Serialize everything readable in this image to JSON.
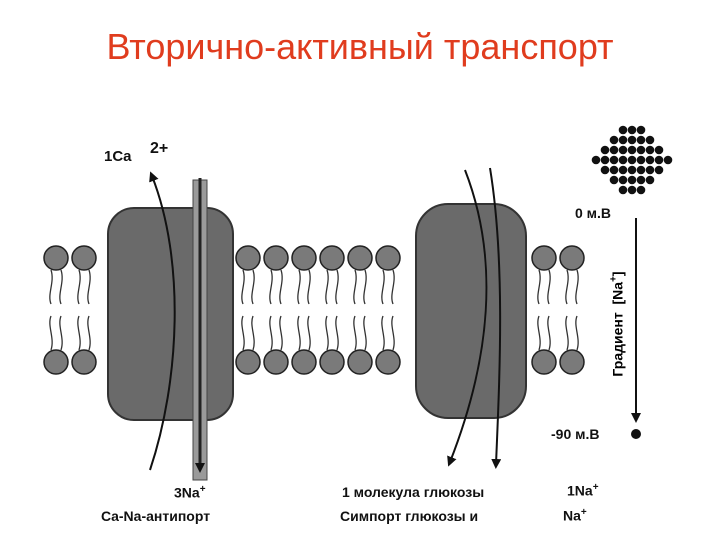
{
  "slide": {
    "title": "Вторично-активный транспорт"
  },
  "diagram": {
    "ca_label": "1Ca",
    "ca_charge": "2+",
    "na_3_label": "3Na",
    "na_charge": "+",
    "antiport_label": "Ca-Na-антипорт",
    "glucose_label": "1 молекула глюкозы",
    "na_1_label": "1Na",
    "symport_label": "Симпорт глюкозы и",
    "symport_na": "Na",
    "potential_top": "0 м.В",
    "potential_bottom": "-90 м.В",
    "gradient_word": "Градиент",
    "gradient_ion": "[Na",
    "gradient_close": "]",
    "colors": {
      "title": "#e03c1e",
      "protein": "#6a6a6a",
      "lipid_head": "#7a7a7a",
      "ink": "#111111"
    }
  }
}
